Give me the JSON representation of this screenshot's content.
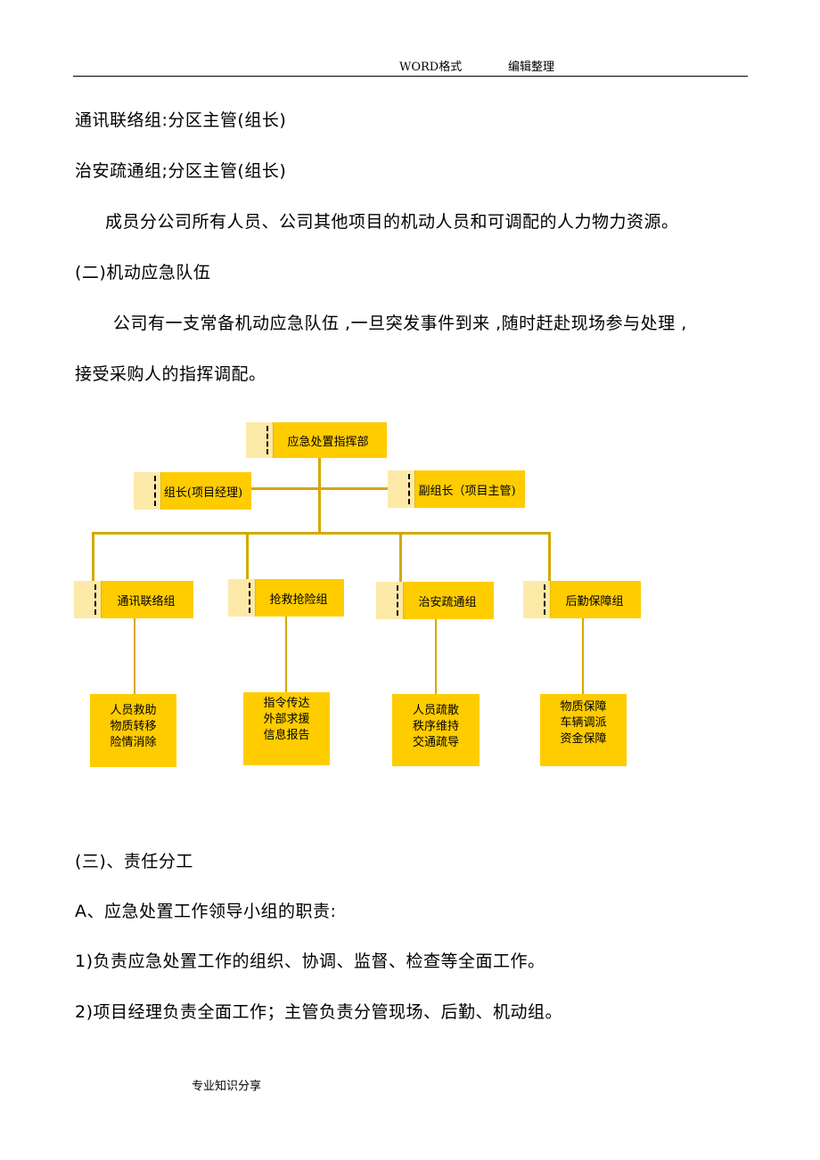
{
  "header": {
    "left": "WORD格式",
    "right": "编辑整理"
  },
  "paragraphs": [
    "通讯联络组:分区主管(组长)",
    "治安疏通组;分区主管(组长)",
    "成员分公司所有人员、公司其他项目的机动人员和可调配的人力物力资源。",
    "(二)机动应急队伍",
    "公司有一支常备机动应急队伍 ,一旦突发事件到来 ,随时赶赴现场参与处理 ,",
    "接受采购人的指挥调配。",
    "(三)、责任分工",
    "A、应急处置工作领导小组的职责:",
    "1)负责应急处置工作的组织、协调、监督、检查等全面工作。",
    "2)项目经理负责全面工作；主管负责分管现场、后勤、机动组。"
  ],
  "org": {
    "root": "应急处置指挥部",
    "leader": "组长(项目经理)",
    "deputy": "副组长（项目主管)",
    "groups": [
      "通讯联络组",
      "抢救抢险组",
      "治安疏通组",
      "后勤保障组"
    ],
    "tasks": [
      [
        "人员救助",
        "物质转移",
        "险情消除"
      ],
      [
        "指令传达",
        "外部求援",
        "信息报告"
      ],
      [
        "人员疏散",
        "秩序维持",
        "交通疏导"
      ],
      [
        "物质保障",
        "车辆调派",
        "资金保障"
      ]
    ]
  },
  "footer": "专业知识分享"
}
